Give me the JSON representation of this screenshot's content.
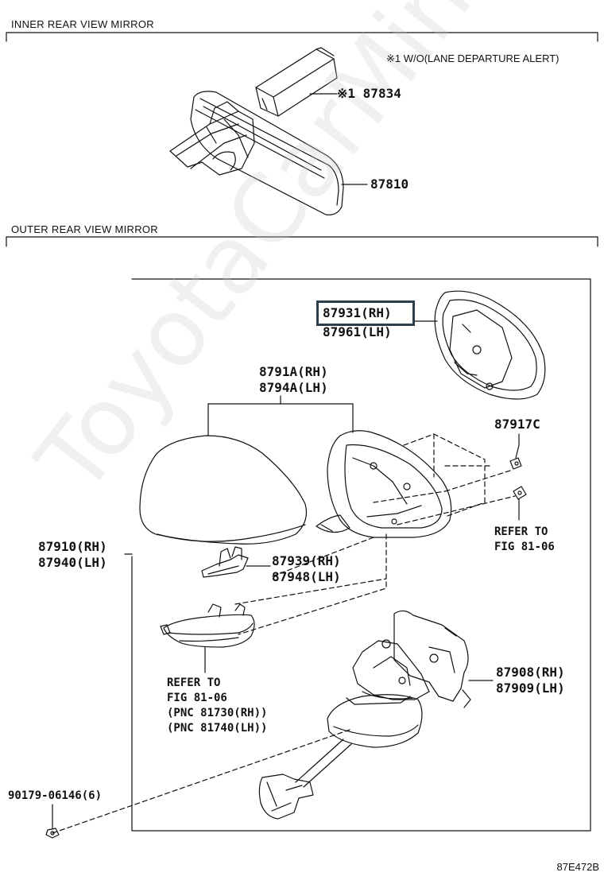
{
  "sections": {
    "inner_title": "INNER REAR VIEW MIRROR",
    "outer_title": "OUTER REAR VIEW MIRROR"
  },
  "notes": {
    "footnote": "※1 W/O(LANE DEPARTURE ALERT)"
  },
  "parts": {
    "p87834": "※1 87834",
    "p87810": "87810",
    "p87931": "87931(RH)",
    "p87961": "87961(LH)",
    "p8791A": "8791A(RH)",
    "p8794A": "8794A(LH)",
    "p87917C": "87917C",
    "refer_a_line1": "REFER TO",
    "refer_a_line2": "FIG 81-06",
    "p87910": "87910(RH)",
    "p87940": "87940(LH)",
    "p87939": "87939(RH)",
    "p87948": "87948(LH)",
    "refer_b_line1": "REFER TO",
    "refer_b_line2": "FIG 81-06",
    "refer_b_line3": "(PNC 81730(RH))",
    "refer_b_line4": "(PNC 81740(LH))",
    "p87908": "87908(RH)",
    "p87909": "87909(LH)",
    "p90179": "90179-06146(6)"
  },
  "watermark": "ToyotaCarMine.ru",
  "figure_code": "87E472B",
  "colors": {
    "highlight": "#2b3f4a",
    "line": "#111111"
  }
}
